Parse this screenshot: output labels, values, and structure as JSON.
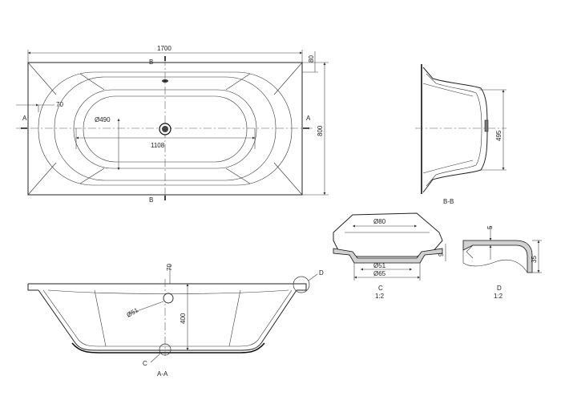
{
  "plan": {
    "dim_length": "1700",
    "dim_width": "800",
    "dim_rim": "80",
    "dim_bowl": "1108",
    "dim_drain": "Ø490",
    "dim_offset": "70",
    "section_a_left": "A",
    "section_a_right": "A",
    "section_b_top": "B",
    "section_b_bottom": "B"
  },
  "section_bb": {
    "dim_depth": "495",
    "title": "B-B"
  },
  "detail_c": {
    "dim_top": "Ø80",
    "dim_inner": "Ø51",
    "dim_outer": "Ø65",
    "dim_height": "9",
    "label": "C",
    "scale": "1:2"
  },
  "detail_d": {
    "dim_lip": "5",
    "dim_height": "35",
    "label": "D",
    "scale": "1:2"
  },
  "section_aa": {
    "dim_overflow": "70",
    "dim_depth": "400",
    "dim_overflow_dia": "Ø51",
    "callout_c": "C",
    "callout_d": "D",
    "title": "A-A"
  }
}
